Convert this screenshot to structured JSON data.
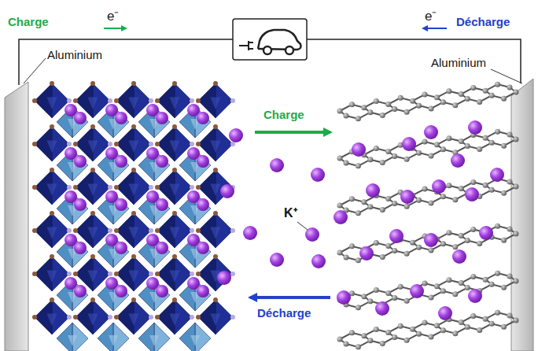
{
  "diagram": {
    "labels": [
      "Charge",
      "e⁻",
      "e⁻",
      "Décharge",
      "Aluminium",
      "Aluminium",
      "Charge",
      "K⁺",
      "Décharge"
    ]
  }
}
